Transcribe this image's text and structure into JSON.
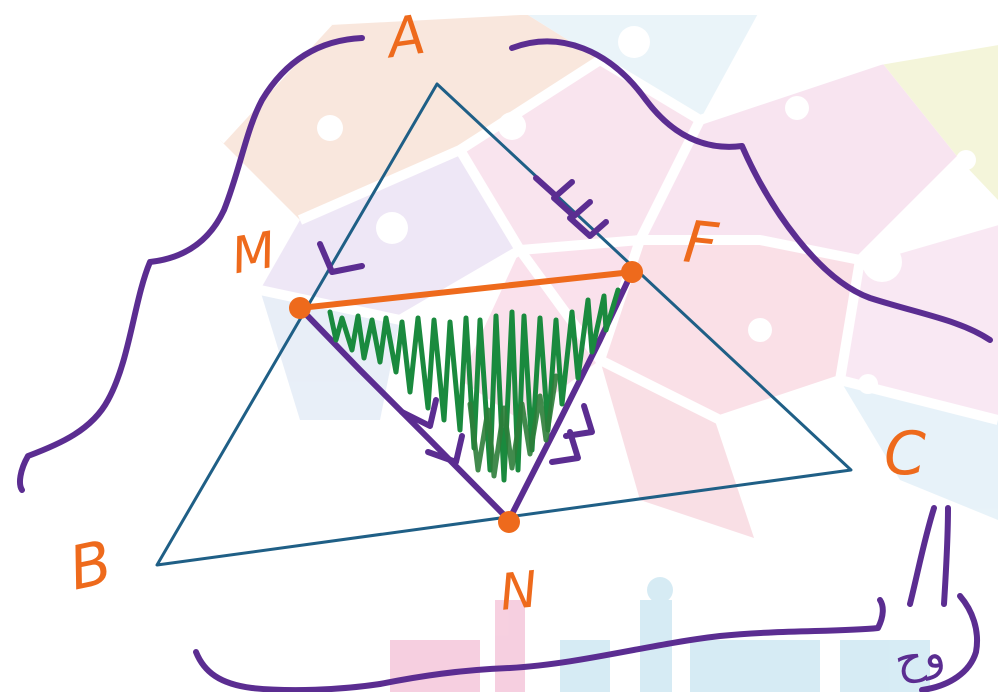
{
  "labels": {
    "a": "A",
    "b": "B",
    "c": "C",
    "f": "F",
    "m": "M",
    "n": "N",
    "mark": "وح"
  },
  "colors": {
    "triangle": "#1f5f86",
    "label": "#ee6a1c",
    "midsegment": "#ee6a1c",
    "curves": "#5b2d91",
    "shading": "#1a8a3e",
    "background_art": "#e9b9d9"
  },
  "icons": {
    "watermark": "background-watermark-icon"
  }
}
